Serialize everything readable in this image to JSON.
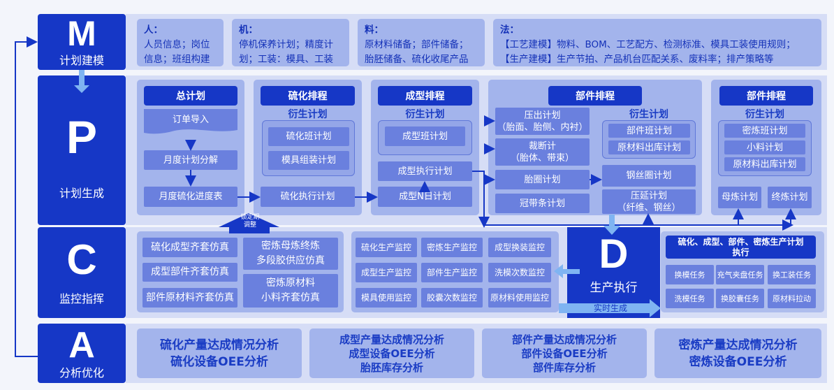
{
  "colors": {
    "primary": "#1637c6",
    "band": "#d6ddf6",
    "card": "#a3b4ec",
    "box": "#6a80de",
    "arrow_light": "#7fb4f2"
  },
  "stages": {
    "m": {
      "letter": "M",
      "label": "计划建模"
    },
    "p": {
      "letter": "P",
      "label": "计划生成"
    },
    "c": {
      "letter": "C",
      "label": "监控指挥"
    },
    "a": {
      "letter": "A",
      "label": "分析优化"
    },
    "d": {
      "letter": "D",
      "label": "生产执行"
    }
  },
  "modeling": [
    {
      "title": "人：",
      "lines": [
        "人员信息；岗位",
        "信息；班组构建"
      ]
    },
    {
      "title": "机：",
      "lines": [
        "停机保养计划；精度计",
        "划；工装：模具、工装"
      ]
    },
    {
      "title": "料：",
      "lines": [
        "原材料储备；部件储备；",
        "胎胚储备、硫化收尾产品"
      ]
    },
    {
      "title": "法：",
      "lines": [
        "【工艺建模】物料、BOM、工艺配方、检测标准、模具工装使用规则；",
        "【生产建模】生产节拍、产品机台匹配关系、废料率；排产策略等"
      ]
    }
  ],
  "plan": {
    "master": {
      "title": "总计划",
      "items": [
        "订单导入",
        "月度计划分解",
        "月度硫化进度表"
      ]
    },
    "curing": {
      "title": "硫化排程",
      "derived": "衍生计划",
      "group": [
        "硫化班计划",
        "模具组装计划"
      ],
      "exec": "硫化执行计划"
    },
    "building": {
      "title": "成型排程",
      "derived": "衍生计划",
      "group": [
        "成型班计划"
      ],
      "exec": "成型执行计划",
      "nday": "成型N日计划"
    },
    "component": {
      "title": "部件排程",
      "left": [
        "压出计划\n（胎面、胎侧、内衬）",
        "裁断计\n（胎体、带束）",
        "胎圈计划",
        "冠带条计划"
      ],
      "derived": "衍生计划",
      "group": [
        "部件班计划",
        "原材料出库计划"
      ],
      "bead": "钢丝圈计划",
      "calender": "压延计划\n（纤维、钢丝）"
    },
    "mixing": {
      "title": "部件排程",
      "derived": "衍生计划",
      "group": [
        "密炼班计划",
        "小料计划",
        "原材料出库计划"
      ],
      "master_batch": "母炼计划",
      "final_batch": "终炼计划"
    },
    "lock_label": "锁定期\n调整"
  },
  "control": {
    "sim_left": [
      "硫化成型齐套仿真",
      "成型部件齐套仿真",
      "部件原材料齐套仿真"
    ],
    "sim_right": [
      "密炼母炼终炼\n多段胶供应仿真",
      "密炼原材料\n小料齐套仿真"
    ],
    "monitor": [
      "硫化生产监控",
      "密炼生产监控",
      "成型换装监控",
      "成型生产监控",
      "部件生产监控",
      "洗模次数监控",
      "模具使用监控",
      "胶囊次数监控",
      "原材料使用监控"
    ]
  },
  "execution": {
    "title": "硫化、成型、部件、密炼生产计划执行",
    "tasks": [
      "换模任务",
      "充气夹盘任务",
      "换工装任务",
      "洗模任务",
      "换胶囊任务",
      "原材料拉动"
    ],
    "realtime": "实时生成"
  },
  "analysis": [
    [
      "硫化产量达成情况分析",
      "硫化设备OEE分析"
    ],
    [
      "成型产量达成情况分析",
      "成型设备OEE分析",
      "胎胚库存分析"
    ],
    [
      "部件产量达成情况分析",
      "部件设备OEE分析",
      "部件库存分析"
    ],
    [
      "密炼产量达成情况分析",
      "密炼设备OEE分析"
    ]
  ]
}
